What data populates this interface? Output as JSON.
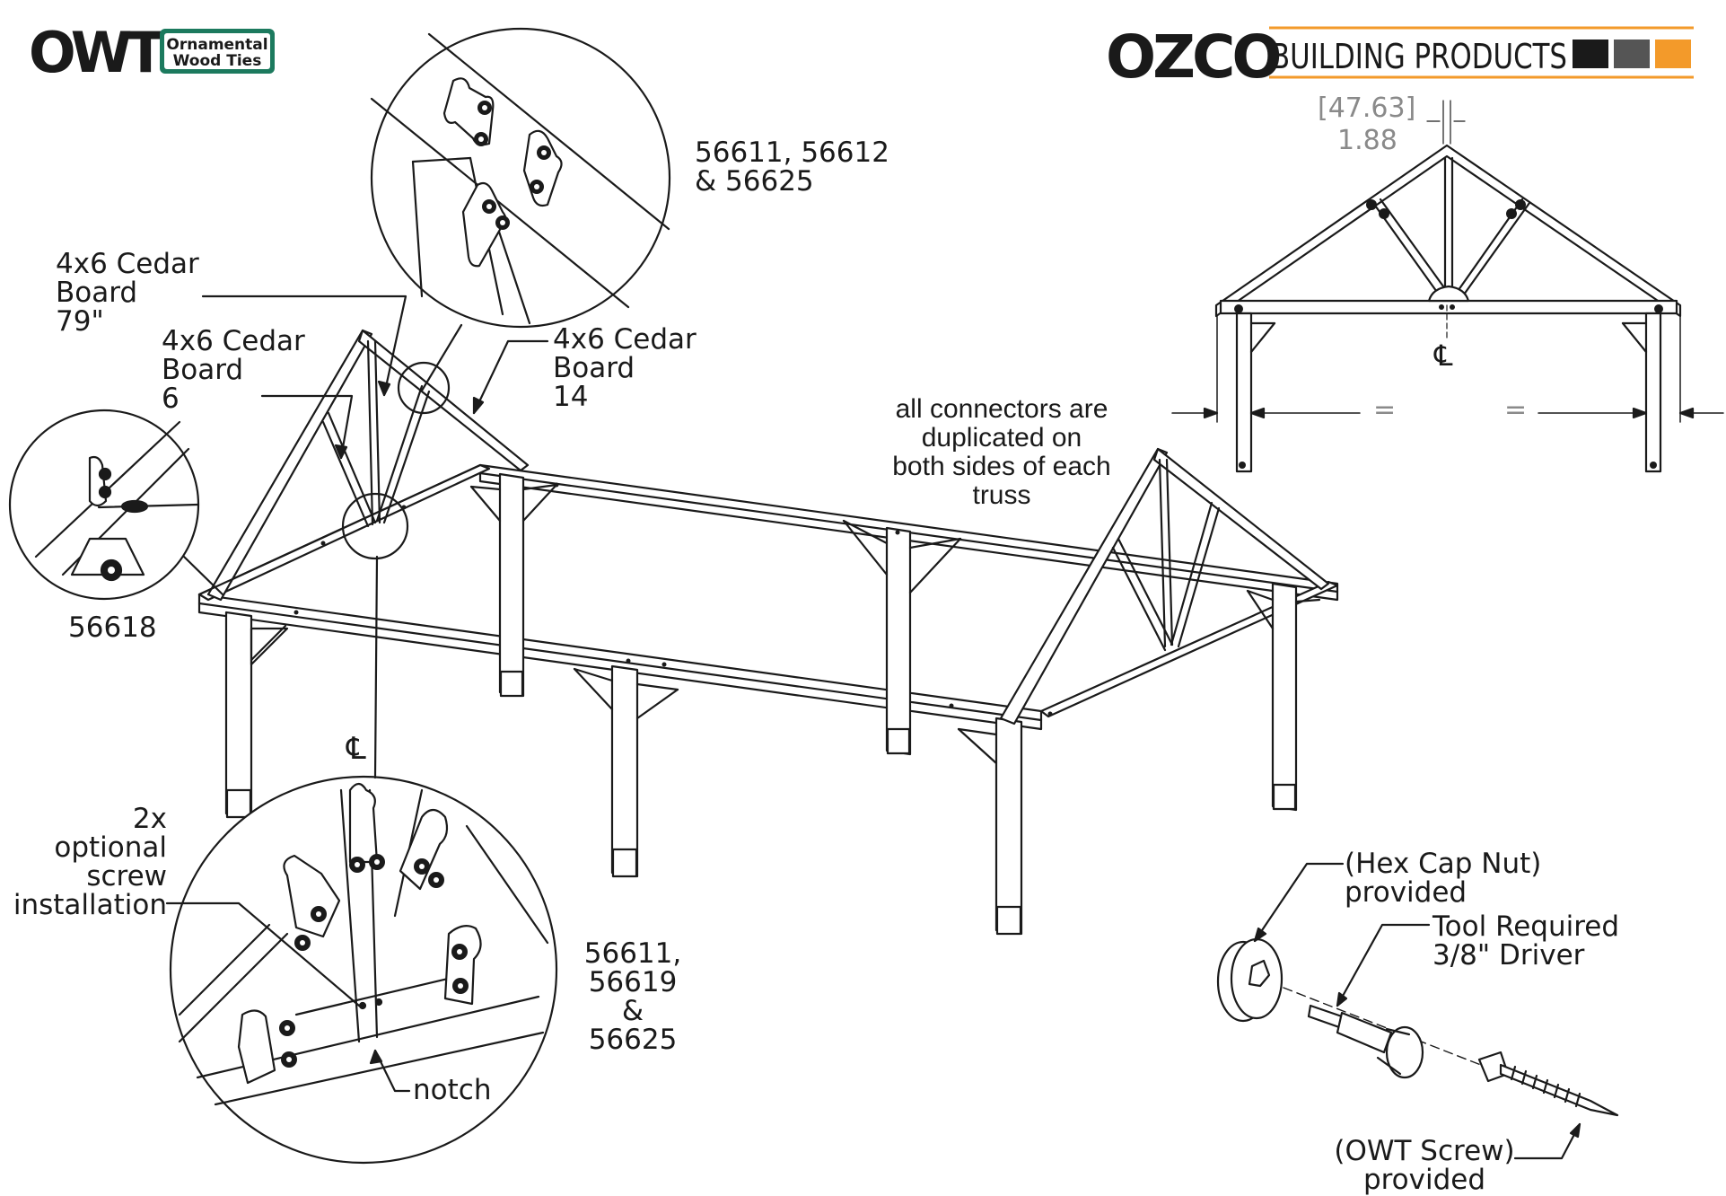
{
  "brand": {
    "owt_logo_text": "OWT",
    "owt_sub_line1": "Ornamental",
    "owt_sub_line2": "Wood Ties",
    "ozco_logo_text": "OZCO",
    "ozco_tagline": "BUILDING PRODUCTS",
    "colors": {
      "owt_green": "#1c7a5e",
      "ozco_orange": "#f39a2a",
      "ink": "#1a1a1a"
    }
  },
  "callouts": {
    "top_detail": "56611, 56612\n& 56625",
    "board_79": "4x6 Cedar\nBoard\n79\"",
    "board_6": "4x6 Cedar\nBoard\n6",
    "board_14": "4x6 Cedar\nBoard\n14",
    "left_detail": "56618",
    "duplicated_note": "all connectors are\nduplicated on\nboth sides of each\ntruss",
    "centerline_symbol": "℄",
    "optional_screw": "2x\noptional\nscrew\ninstallation",
    "bottom_detail": "56611,\n56619\n&\n56625",
    "notch": "notch"
  },
  "elevation": {
    "dim_mm": "47.63",
    "dim_in": "1.88",
    "equal_left": "=",
    "equal_right": "=",
    "centerline_symbol": "℄"
  },
  "hardware": {
    "hex_cap_nut": "(Hex Cap Nut)\nprovided",
    "tool_required": "Tool Required\n3/8\" Driver",
    "owt_screw": "(OWT Screw)\nprovided"
  }
}
